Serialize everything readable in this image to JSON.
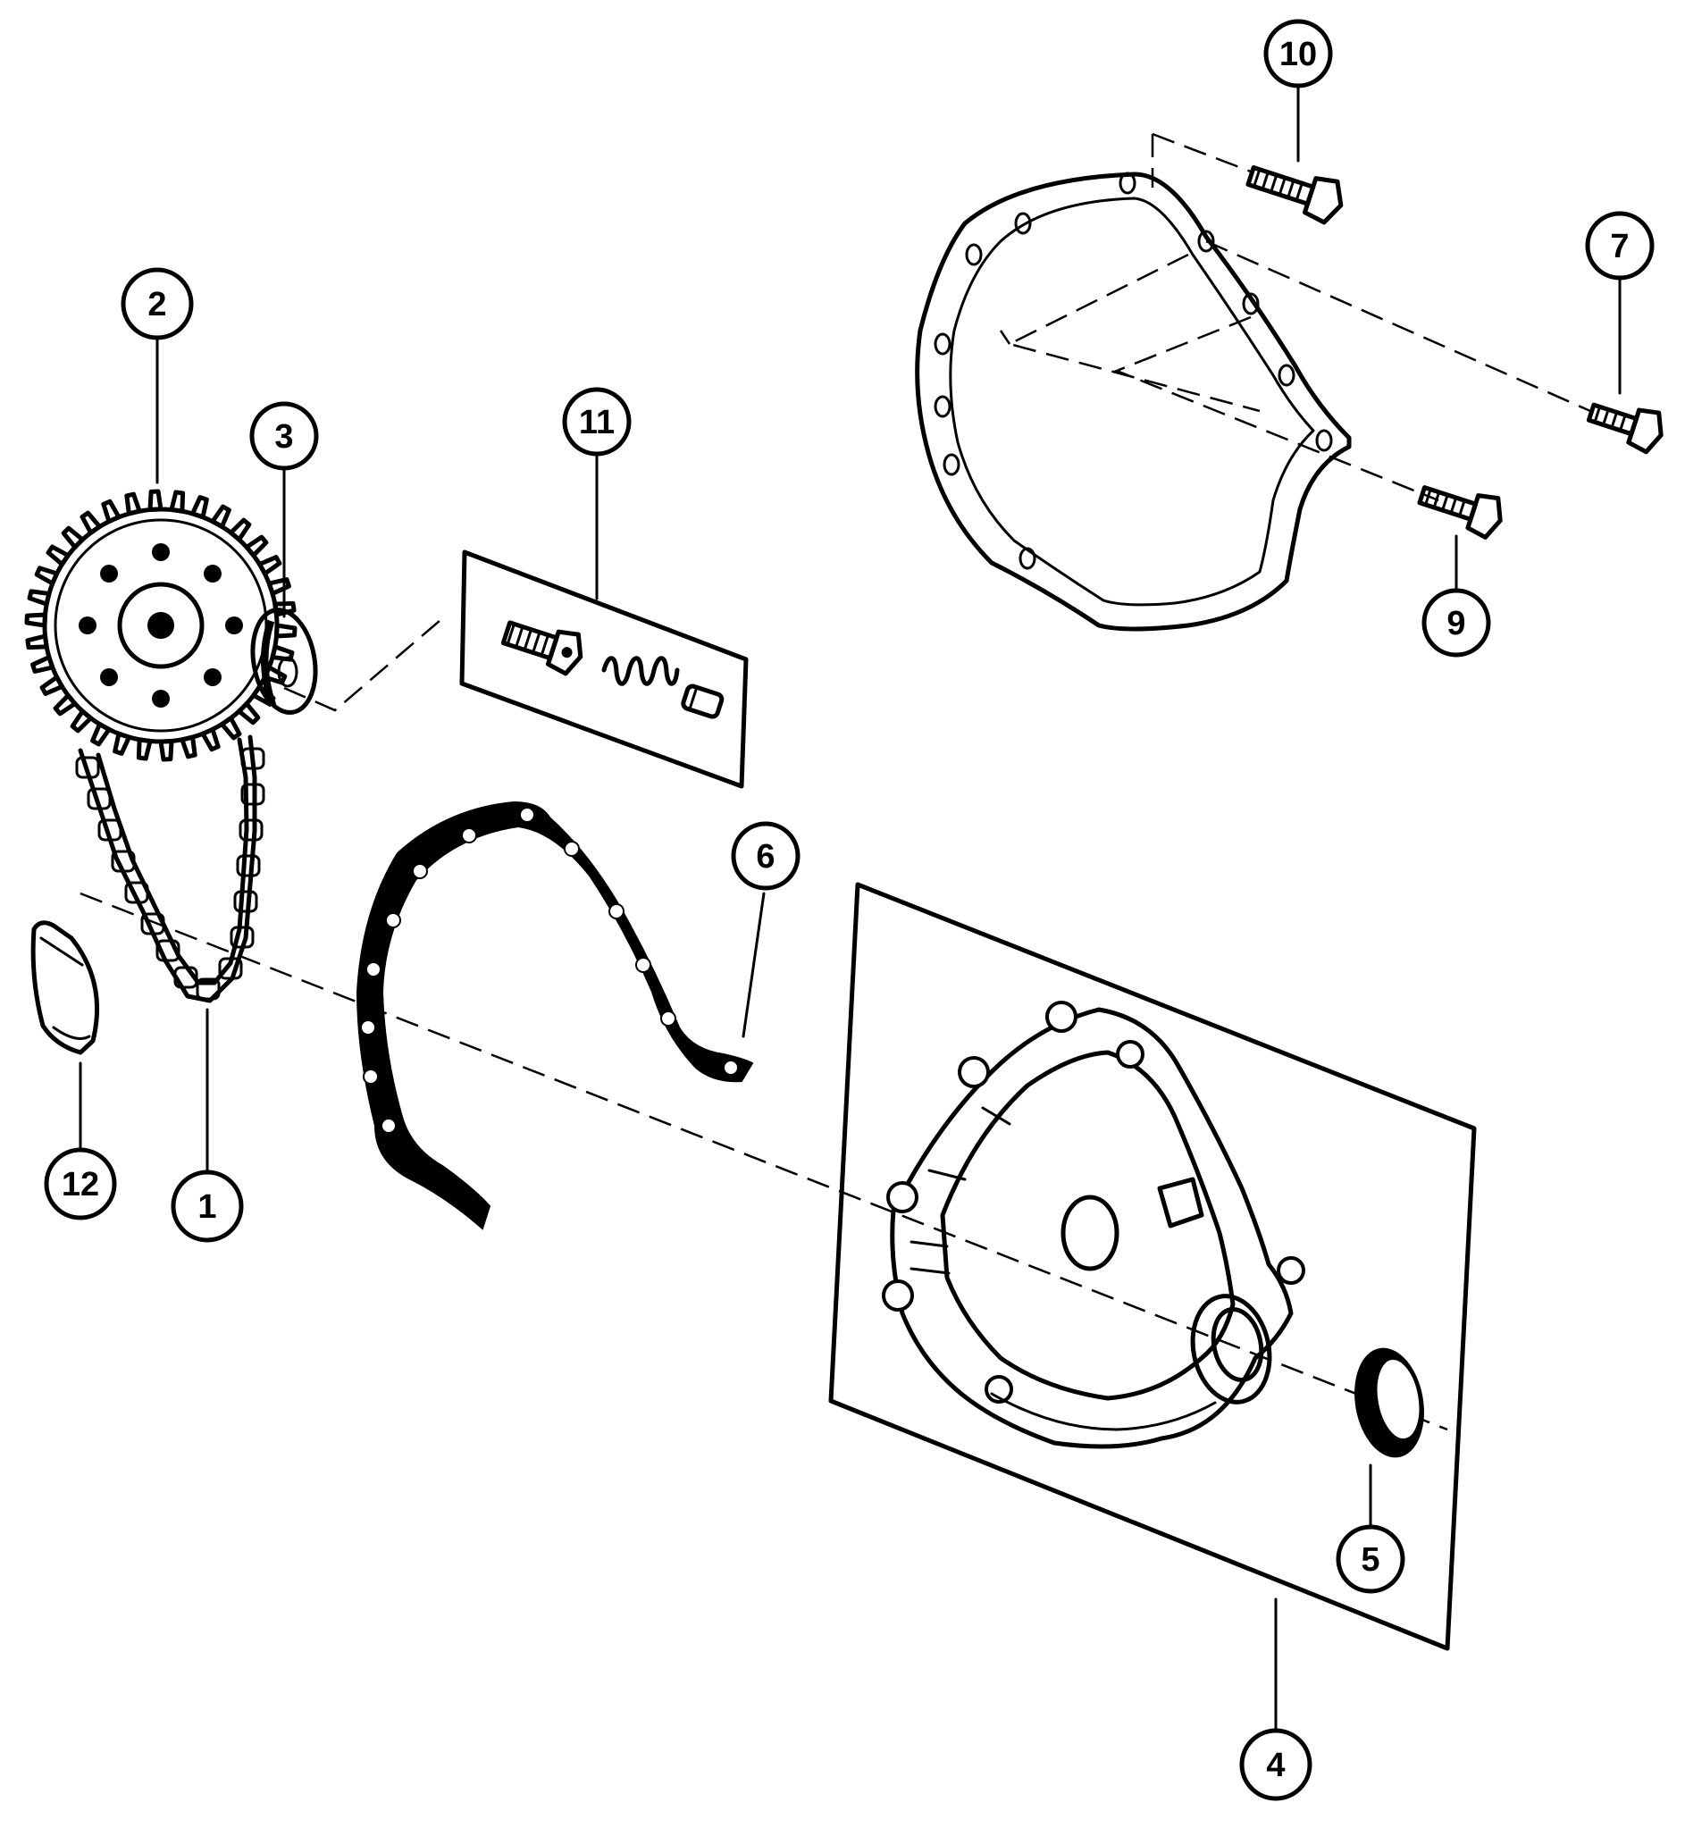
{
  "callouts": [
    {
      "id": "1",
      "label": "1",
      "part": "timing-chain"
    },
    {
      "id": "2",
      "label": "2",
      "part": "camshaft-sprocket"
    },
    {
      "id": "3",
      "label": "3",
      "part": "washer"
    },
    {
      "id": "4",
      "label": "4",
      "part": "timing-cover"
    },
    {
      "id": "5",
      "label": "5",
      "part": "oil-seal"
    },
    {
      "id": "6",
      "label": "6",
      "part": "cover-gasket"
    },
    {
      "id": "7",
      "label": "7",
      "part": "bolt"
    },
    {
      "id": "9",
      "label": "9",
      "part": "bolt"
    },
    {
      "id": "10",
      "label": "10",
      "part": "bolt"
    },
    {
      "id": "11",
      "label": "11",
      "part": "chain-tensioner-kit"
    },
    {
      "id": "12",
      "label": "12",
      "part": "tensioner-pad"
    }
  ],
  "colors": {
    "ink": "#000000",
    "paper": "#ffffff"
  }
}
